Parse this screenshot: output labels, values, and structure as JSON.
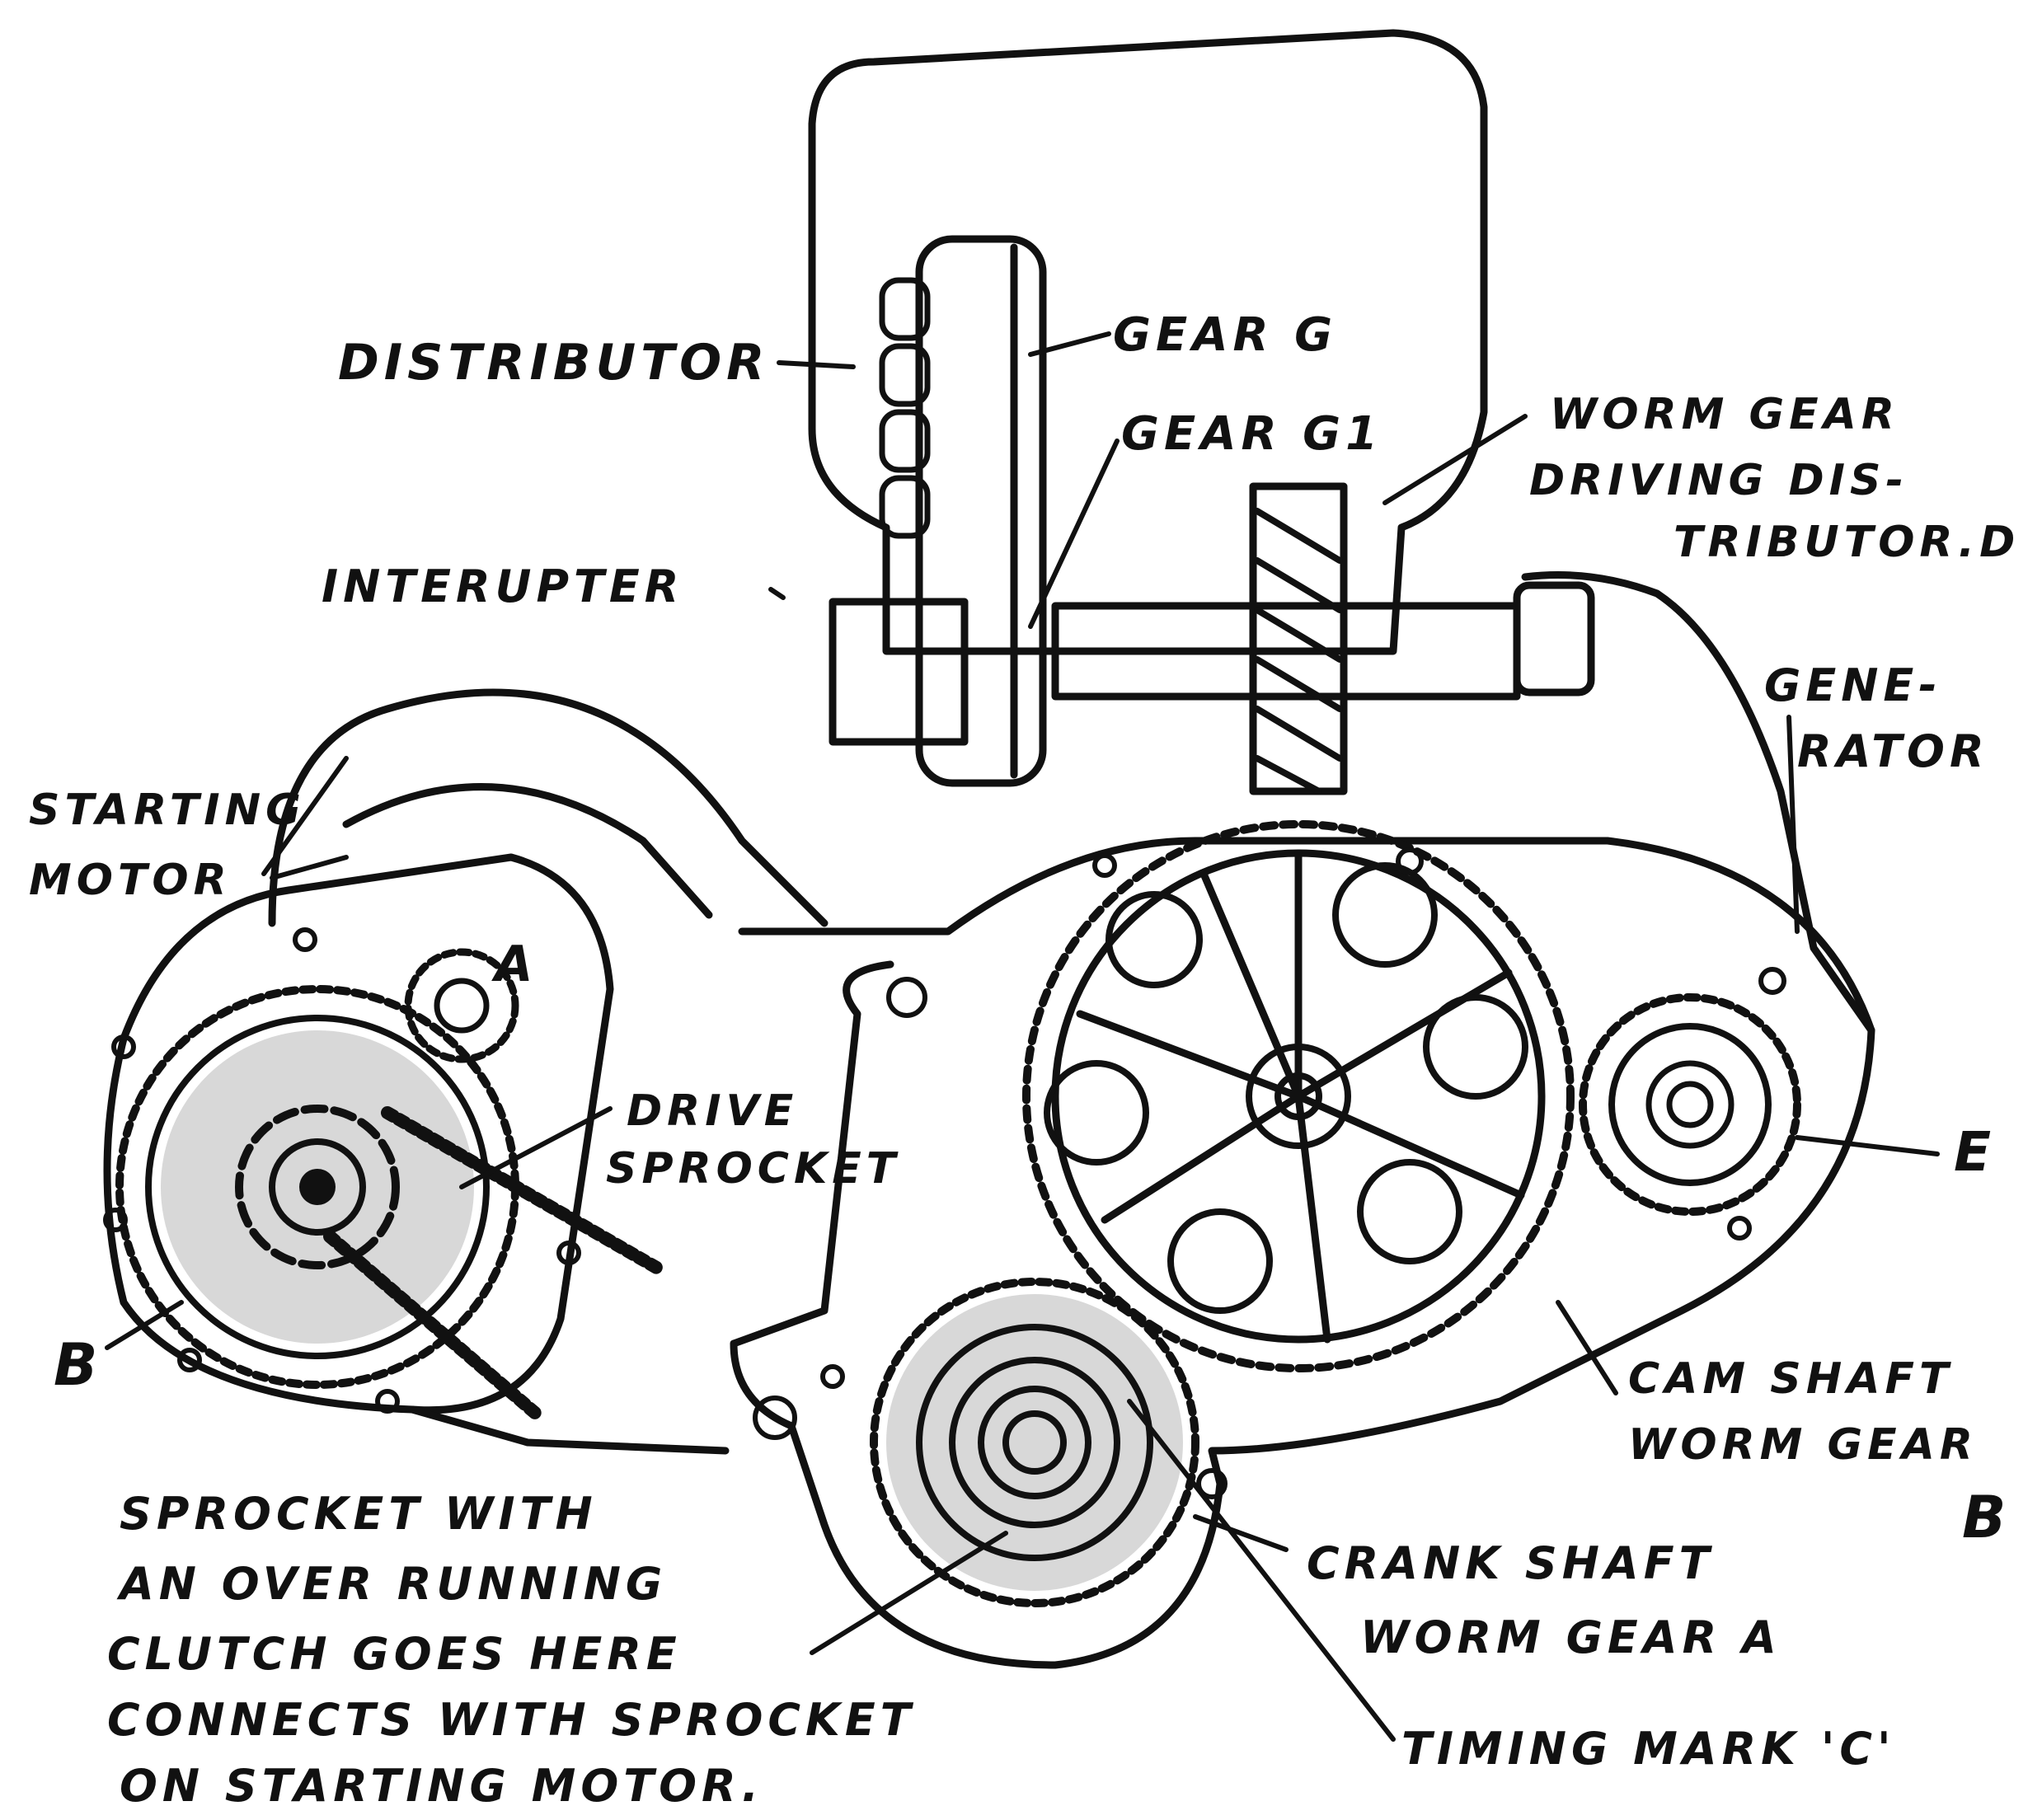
{
  "labels": {
    "distributor": "DISTRIBUTOR",
    "gear_g": "GEAR G",
    "gear_g1": "GEAR G1",
    "worm_gear_line1": "WORM GEAR",
    "worm_gear_line2": "DRIVING DIS-",
    "worm_gear_line3": "TRIBUTOR.D",
    "interupter": "INTERUPTER",
    "generator_line1": "GENE-",
    "generator_line2": "RATOR",
    "starting_motor_line1": "STARTING",
    "starting_motor_line2": "MOTOR",
    "gear_a": "A",
    "drive_sprocket_line1": "DRIVE",
    "drive_sprocket_line2": "SPROCKET",
    "marker_e": "E",
    "marker_b_left": "B",
    "marker_b_right": "B",
    "cam_shaft_line1": "CAM SHAFT",
    "cam_shaft_line2": "WORM GEAR",
    "crank_shaft_line1": "CRANK SHAFT",
    "crank_shaft_line2": "WORM GEAR A",
    "timing_mark": "TIMING MARK 'C'",
    "note_line1": "SPROCKET WITH",
    "note_line2": "AN OVER RUNNING",
    "note_line3": "CLUTCH GOES HERE",
    "note_line4": "CONNECTS WITH SPROCKET",
    "note_line5": "ON STARTING MOTOR."
  },
  "colors": {
    "ink": "#111111",
    "paper": "#ffffff",
    "shading": "#d8d8d8"
  }
}
